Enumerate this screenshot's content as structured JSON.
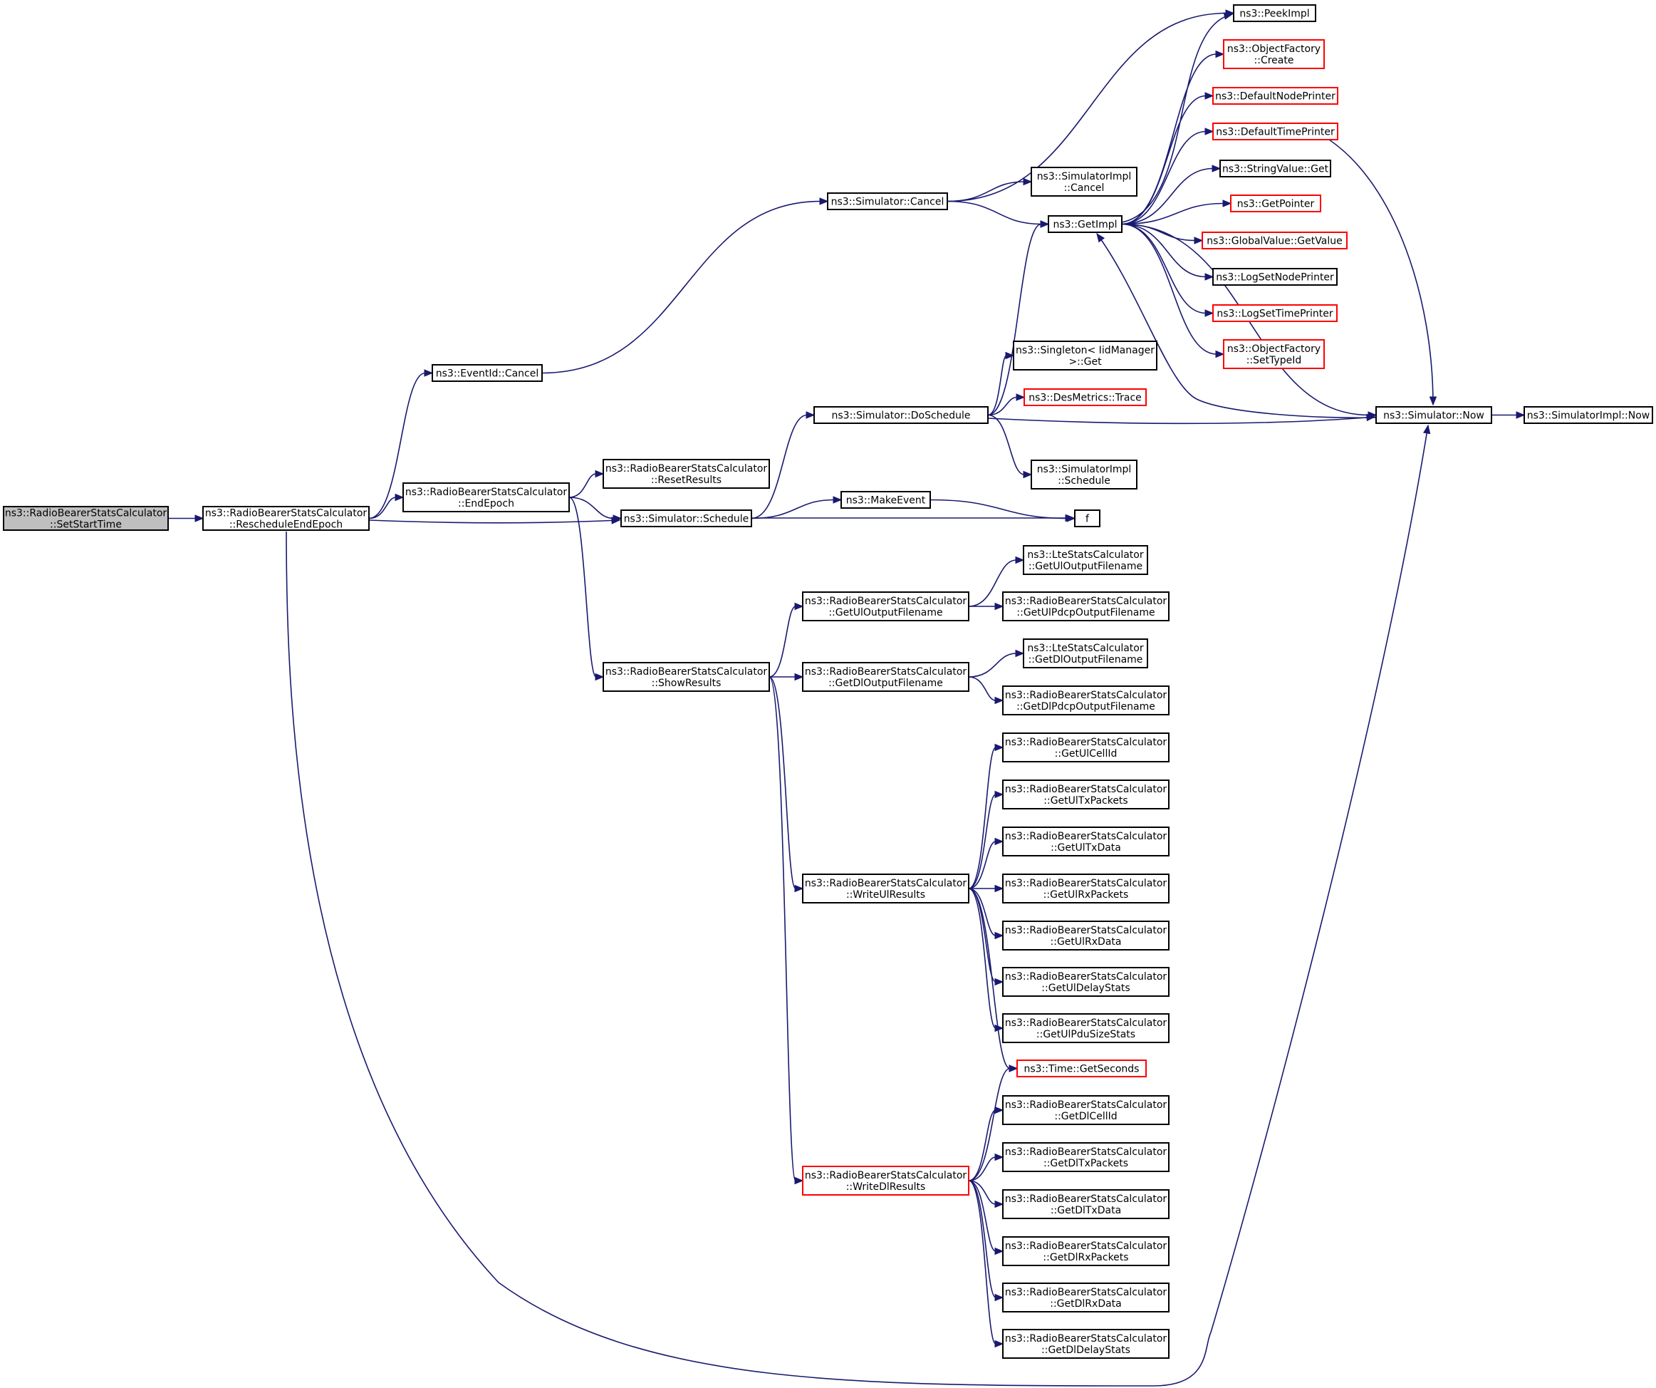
{
  "graph": {
    "nodes": [
      {
        "id": "n0",
        "lines": [
          "ns3::RadioBearerStatsCalculator",
          "::SetStartTime"
        ],
        "style": "root"
      },
      {
        "id": "n1",
        "lines": [
          "ns3::RadioBearerStatsCalculator",
          "::RescheduleEndEpoch"
        ],
        "style": "normal"
      },
      {
        "id": "n2",
        "lines": [
          "ns3::EventId::Cancel"
        ],
        "style": "normal"
      },
      {
        "id": "n3",
        "lines": [
          "ns3::Simulator::Cancel"
        ],
        "style": "normal"
      },
      {
        "id": "n4",
        "lines": [
          "ns3::PeekImpl"
        ],
        "style": "normal"
      },
      {
        "id": "n5",
        "lines": [
          "ns3::SimulatorImpl",
          "::Cancel"
        ],
        "style": "normal"
      },
      {
        "id": "n6",
        "lines": [
          "ns3::GetImpl"
        ],
        "style": "normal"
      },
      {
        "id": "n7",
        "lines": [
          "ns3::ObjectFactory",
          "::Create"
        ],
        "style": "red"
      },
      {
        "id": "n8",
        "lines": [
          "ns3::DefaultNodePrinter"
        ],
        "style": "red"
      },
      {
        "id": "n9",
        "lines": [
          "ns3::DefaultTimePrinter"
        ],
        "style": "red"
      },
      {
        "id": "n10",
        "lines": [
          "ns3::StringValue::Get"
        ],
        "style": "normal"
      },
      {
        "id": "n11",
        "lines": [
          "ns3::GetPointer"
        ],
        "style": "red"
      },
      {
        "id": "n12",
        "lines": [
          "ns3::GlobalValue::GetValue"
        ],
        "style": "red"
      },
      {
        "id": "n13",
        "lines": [
          "ns3::LogSetNodePrinter"
        ],
        "style": "normal"
      },
      {
        "id": "n14",
        "lines": [
          "ns3::LogSetTimePrinter"
        ],
        "style": "red"
      },
      {
        "id": "n15",
        "lines": [
          "ns3::ObjectFactory",
          "::SetTypeId"
        ],
        "style": "red"
      },
      {
        "id": "n16",
        "lines": [
          "ns3::Simulator::Now"
        ],
        "style": "normal"
      },
      {
        "id": "n17",
        "lines": [
          "ns3::SimulatorImpl::Now"
        ],
        "style": "normal"
      },
      {
        "id": "n18",
        "lines": [
          "ns3::RadioBearerStatsCalculator",
          "::EndEpoch"
        ],
        "style": "normal"
      },
      {
        "id": "n19",
        "lines": [
          "ns3::RadioBearerStatsCalculator",
          "::ResetResults"
        ],
        "style": "normal"
      },
      {
        "id": "n20",
        "lines": [
          "ns3::Simulator::Schedule"
        ],
        "style": "normal"
      },
      {
        "id": "n21",
        "lines": [
          "ns3::Simulator::DoSchedule"
        ],
        "style": "normal"
      },
      {
        "id": "n22",
        "lines": [
          "ns3::Singleton< IidManager",
          ">::Get"
        ],
        "style": "normal"
      },
      {
        "id": "n23",
        "lines": [
          "ns3::DesMetrics::Trace"
        ],
        "style": "red"
      },
      {
        "id": "n24",
        "lines": [
          "ns3::SimulatorImpl",
          "::Schedule"
        ],
        "style": "normal"
      },
      {
        "id": "n25",
        "lines": [
          "ns3::MakeEvent"
        ],
        "style": "normal"
      },
      {
        "id": "n26",
        "lines": [
          "f"
        ],
        "style": "normal"
      },
      {
        "id": "n27",
        "lines": [
          "ns3::RadioBearerStatsCalculator",
          "::ShowResults"
        ],
        "style": "normal"
      },
      {
        "id": "n28",
        "lines": [
          "ns3::RadioBearerStatsCalculator",
          "::GetUlOutputFilename"
        ],
        "style": "normal"
      },
      {
        "id": "n29",
        "lines": [
          "ns3::LteStatsCalculator",
          "::GetUlOutputFilename"
        ],
        "style": "normal"
      },
      {
        "id": "n30",
        "lines": [
          "ns3::RadioBearerStatsCalculator",
          "::GetUlPdcpOutputFilename"
        ],
        "style": "normal"
      },
      {
        "id": "n31",
        "lines": [
          "ns3::RadioBearerStatsCalculator",
          "::GetDlOutputFilename"
        ],
        "style": "normal"
      },
      {
        "id": "n32",
        "lines": [
          "ns3::LteStatsCalculator",
          "::GetDlOutputFilename"
        ],
        "style": "normal"
      },
      {
        "id": "n33",
        "lines": [
          "ns3::RadioBearerStatsCalculator",
          "::GetDlPdcpOutputFilename"
        ],
        "style": "normal"
      },
      {
        "id": "n34",
        "lines": [
          "ns3::RadioBearerStatsCalculator",
          "::WriteUlResults"
        ],
        "style": "normal"
      },
      {
        "id": "n35",
        "lines": [
          "ns3::RadioBearerStatsCalculator",
          "::GetUlCellId"
        ],
        "style": "normal"
      },
      {
        "id": "n36",
        "lines": [
          "ns3::RadioBearerStatsCalculator",
          "::GetUlTxPackets"
        ],
        "style": "normal"
      },
      {
        "id": "n37",
        "lines": [
          "ns3::RadioBearerStatsCalculator",
          "::GetUlTxData"
        ],
        "style": "normal"
      },
      {
        "id": "n38",
        "lines": [
          "ns3::RadioBearerStatsCalculator",
          "::GetUlRxPackets"
        ],
        "style": "normal"
      },
      {
        "id": "n39",
        "lines": [
          "ns3::RadioBearerStatsCalculator",
          "::GetUlRxData"
        ],
        "style": "normal"
      },
      {
        "id": "n40",
        "lines": [
          "ns3::RadioBearerStatsCalculator",
          "::GetUlDelayStats"
        ],
        "style": "normal"
      },
      {
        "id": "n41",
        "lines": [
          "ns3::RadioBearerStatsCalculator",
          "::GetUlPduSizeStats"
        ],
        "style": "normal"
      },
      {
        "id": "n42",
        "lines": [
          "ns3::Time::GetSeconds"
        ],
        "style": "red"
      },
      {
        "id": "n43",
        "lines": [
          "ns3::RadioBearerStatsCalculator",
          "::WriteDlResults"
        ],
        "style": "red"
      },
      {
        "id": "n44",
        "lines": [
          "ns3::RadioBearerStatsCalculator",
          "::GetDlCellId"
        ],
        "style": "normal"
      },
      {
        "id": "n45",
        "lines": [
          "ns3::RadioBearerStatsCalculator",
          "::GetDlTxPackets"
        ],
        "style": "normal"
      },
      {
        "id": "n46",
        "lines": [
          "ns3::RadioBearerStatsCalculator",
          "::GetDlTxData"
        ],
        "style": "normal"
      },
      {
        "id": "n47",
        "lines": [
          "ns3::RadioBearerStatsCalculator",
          "::GetDlRxPackets"
        ],
        "style": "normal"
      },
      {
        "id": "n48",
        "lines": [
          "ns3::RadioBearerStatsCalculator",
          "::GetDlRxData"
        ],
        "style": "normal"
      },
      {
        "id": "n49",
        "lines": [
          "ns3::RadioBearerStatsCalculator",
          "::GetDlDelayStats"
        ],
        "style": "normal"
      }
    ],
    "edges": [
      [
        "n0",
        "n1"
      ],
      [
        "n1",
        "n2"
      ],
      [
        "n1",
        "n18"
      ],
      [
        "n1",
        "n20"
      ],
      [
        "n1",
        "n16"
      ],
      [
        "n2",
        "n3"
      ],
      [
        "n3",
        "n4"
      ],
      [
        "n3",
        "n5"
      ],
      [
        "n3",
        "n6"
      ],
      [
        "n6",
        "n4"
      ],
      [
        "n6",
        "n7"
      ],
      [
        "n6",
        "n8"
      ],
      [
        "n6",
        "n9"
      ],
      [
        "n6",
        "n10"
      ],
      [
        "n6",
        "n11"
      ],
      [
        "n6",
        "n12"
      ],
      [
        "n6",
        "n13"
      ],
      [
        "n6",
        "n14"
      ],
      [
        "n6",
        "n15"
      ],
      [
        "n6",
        "n16"
      ],
      [
        "n9",
        "n16"
      ],
      [
        "n16",
        "n6"
      ],
      [
        "n16",
        "n17"
      ],
      [
        "n18",
        "n19"
      ],
      [
        "n18",
        "n20"
      ],
      [
        "n18",
        "n27"
      ],
      [
        "n20",
        "n21"
      ],
      [
        "n20",
        "n25"
      ],
      [
        "n20",
        "n26"
      ],
      [
        "n21",
        "n6"
      ],
      [
        "n21",
        "n22"
      ],
      [
        "n21",
        "n23"
      ],
      [
        "n21",
        "n16"
      ],
      [
        "n21",
        "n24"
      ],
      [
        "n25",
        "n26"
      ],
      [
        "n27",
        "n28"
      ],
      [
        "n27",
        "n31"
      ],
      [
        "n27",
        "n34"
      ],
      [
        "n27",
        "n43"
      ],
      [
        "n28",
        "n29"
      ],
      [
        "n28",
        "n30"
      ],
      [
        "n31",
        "n32"
      ],
      [
        "n31",
        "n33"
      ],
      [
        "n34",
        "n35"
      ],
      [
        "n34",
        "n36"
      ],
      [
        "n34",
        "n37"
      ],
      [
        "n34",
        "n38"
      ],
      [
        "n34",
        "n39"
      ],
      [
        "n34",
        "n40"
      ],
      [
        "n34",
        "n41"
      ],
      [
        "n34",
        "n42"
      ],
      [
        "n43",
        "n42"
      ],
      [
        "n43",
        "n44"
      ],
      [
        "n43",
        "n45"
      ],
      [
        "n43",
        "n46"
      ],
      [
        "n43",
        "n47"
      ],
      [
        "n43",
        "n48"
      ],
      [
        "n43",
        "n49"
      ]
    ]
  },
  "colors": {
    "edge": "#191970",
    "node_border": "#000000",
    "node_border_red": "#ff0000",
    "node_fill": "#ffffff",
    "root_fill": "#bfbfbf"
  }
}
